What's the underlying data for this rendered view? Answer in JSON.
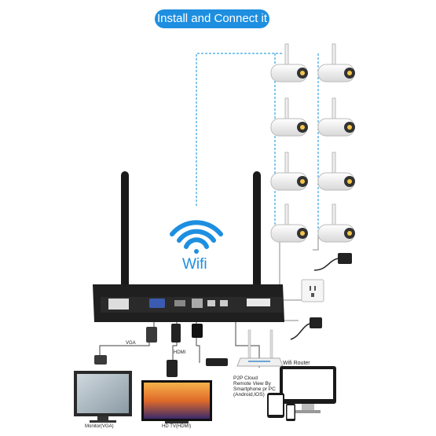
{
  "title": "Install and Connect it",
  "wifi_label": "Wifi",
  "router_label": "Wifi Router",
  "cloud_lines": [
    "P2P Cloud",
    "Remote View By",
    "Smartphone pr PC",
    "(Android,IOS)"
  ],
  "cable_labels": {
    "vga": "VGA",
    "hdmi": "HDMI"
  },
  "monitor_label": "Monitor(VGA)",
  "tv_label": "HD TV(HDMI)",
  "camera_count": 8,
  "colors": {
    "accent": "#1e8fe0",
    "nvr_body": "#1f1f1f",
    "camera": "#f2f2f2",
    "dashed_link": "#3aa3e0"
  }
}
